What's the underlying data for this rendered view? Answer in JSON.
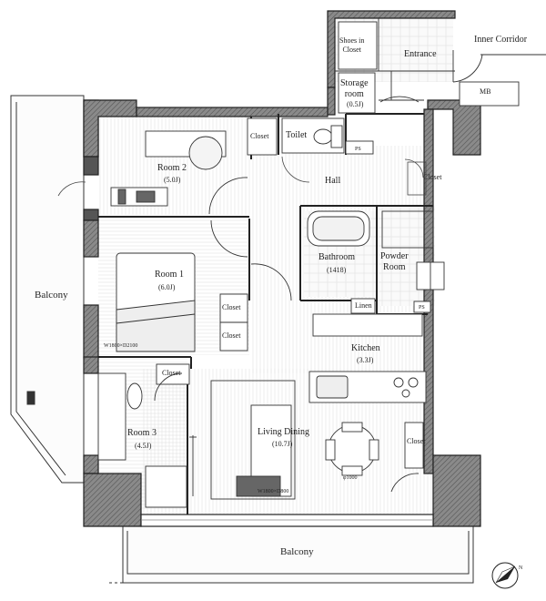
{
  "rooms": {
    "shoes_closet": "Shoes in\nCloset",
    "entrance": "Entrance",
    "inner_corridor": "Inner Corridor",
    "storage": "Storage\nroom",
    "storage_size": "(0.5J)",
    "mb": "MB",
    "closet": "Closet",
    "toilet": "Toilet",
    "ps": "PS",
    "room2": "Room 2",
    "room2_size": "(5.0J)",
    "hall": "Hall",
    "bathroom": "Bathroom",
    "bathroom_size": "(1418)",
    "powder_room": "Powder\nRoom",
    "room1": "Room 1",
    "room1_size": "(6.0J)",
    "linen": "Linen",
    "balcony": "Balcony",
    "kitchen": "Kitchen",
    "kitchen_size": "(3.3J)",
    "room3": "Room 3",
    "room3_size": "(4.5J)",
    "living_dining": "Living Dining",
    "living_dining_size": "(10.7J)",
    "bed_dim": "W1800×D2100",
    "sofa_dim": "W1800×D800",
    "table_dim": "φ1000",
    "compass_n": "N"
  }
}
